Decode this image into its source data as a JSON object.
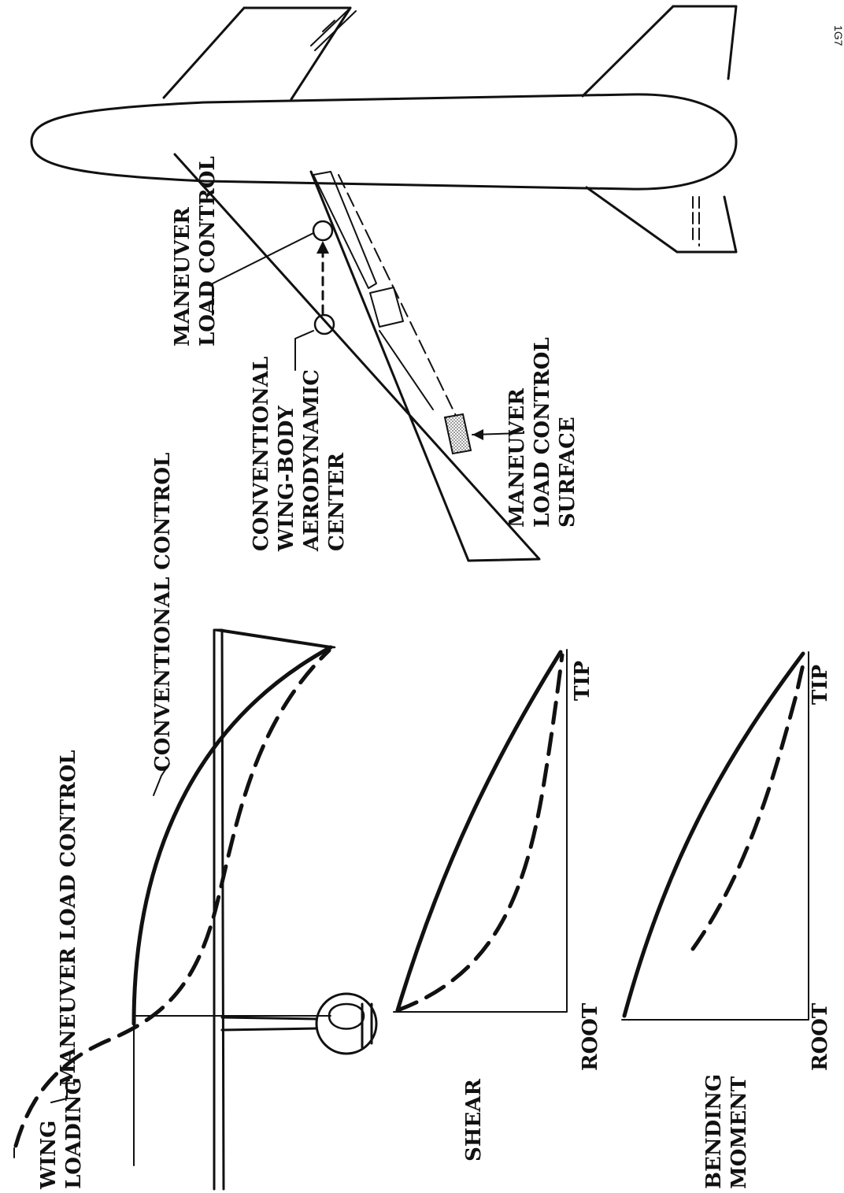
{
  "figure_id": "1G7",
  "labels": {
    "wing_loading": [
      "WING",
      "LOADING"
    ],
    "shear": "SHEAR",
    "bending_moment": [
      "BENDING",
      "MOMENT"
    ],
    "root": "ROOT",
    "tip": "TIP",
    "maneuver_load_control": "MANEUVER LOAD CONTROL",
    "conventional_control": "CONVENTIONAL CONTROL",
    "conventional_ac": [
      "CONVENTIONAL",
      "WING-BODY",
      "AERODYNAMIC",
      "CENTER"
    ],
    "mlc_ac": [
      "MANEUVER",
      "LOAD CONTROL"
    ],
    "mlc_surface": [
      "MANEUVER",
      "LOAD CONTROL",
      "SURFACE"
    ]
  },
  "colors": {
    "ink": "#111111",
    "paper": "#ffffff",
    "stipple": "#9a9a9a"
  }
}
